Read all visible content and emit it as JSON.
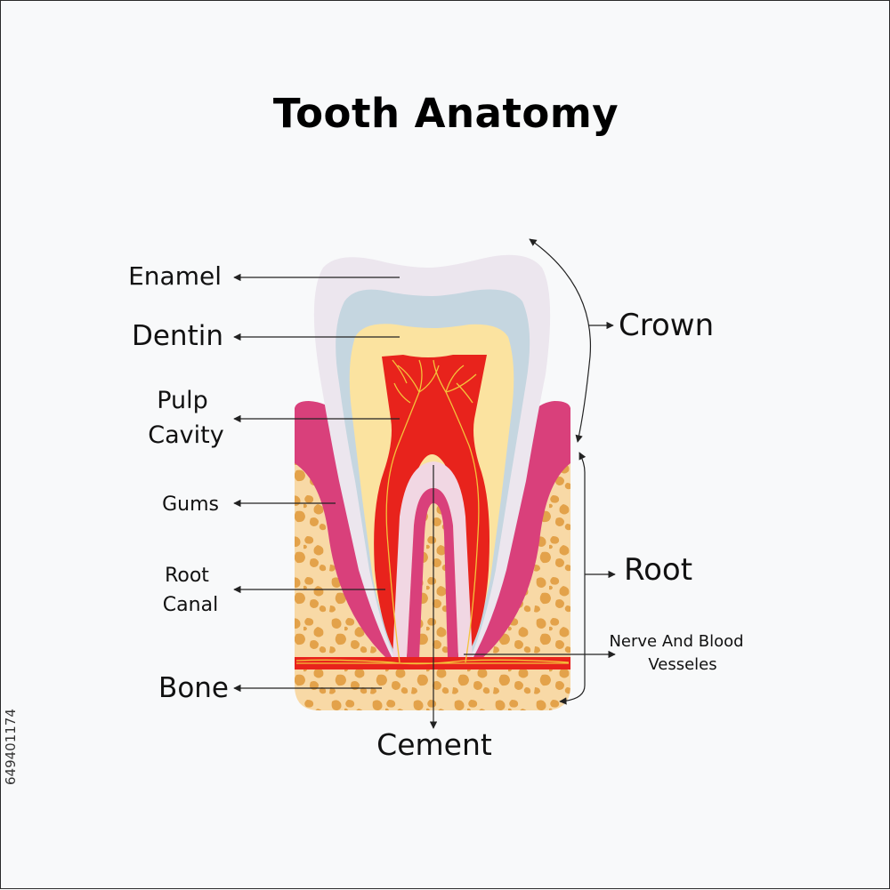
{
  "title": "Tooth Anatomy",
  "labels": {
    "enamel": "Enamel",
    "dentin": "Dentin",
    "pulp_1": "Pulp",
    "pulp_2": "Cavity",
    "gums": "Gums",
    "root_canal_1": "Root",
    "root_canal_2": "Canal",
    "bone": "Bone",
    "cement": "Cement",
    "crown": "Crown",
    "root": "Root",
    "nerve_1": "Nerve And Blood",
    "nerve_2": "Vesseles"
  },
  "stock_id": "649401174",
  "colors": {
    "enamel": "#ece6ee",
    "dentin_outer": "#c5d6e0",
    "dentin": "#fbe3a0",
    "pulp": "#e8231c",
    "nerve": "#f4c23a",
    "gum": "#d9407b",
    "gum_light": "#f0a2c4",
    "bone": "#f8d9a6",
    "bone_spots": "#e3a24a",
    "cement": "#f1d7e3"
  }
}
